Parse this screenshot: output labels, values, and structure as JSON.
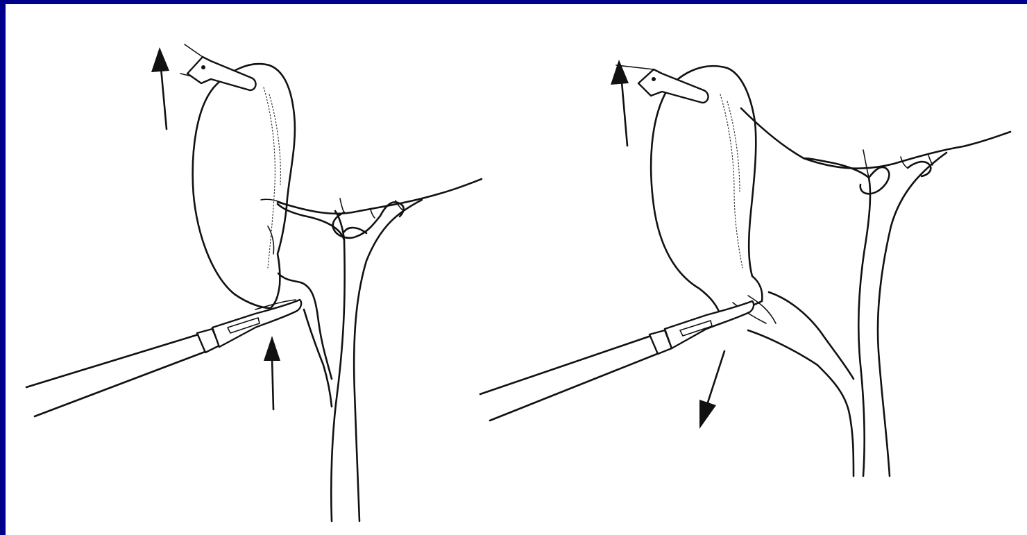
{
  "slide": {
    "frame_color": "#00008b",
    "canvas_color": "#ffffff",
    "panels": [
      {
        "id": "left",
        "arrows": [
          {
            "name": "fundus-traction-arrow",
            "direction": "up"
          },
          {
            "name": "infundibulum-push-arrow",
            "direction": "up"
          }
        ]
      },
      {
        "id": "right",
        "arrows": [
          {
            "name": "fundus-traction-arrow",
            "direction": "up"
          },
          {
            "name": "infundibulum-pull-arrow",
            "direction": "down-left"
          }
        ]
      }
    ]
  }
}
